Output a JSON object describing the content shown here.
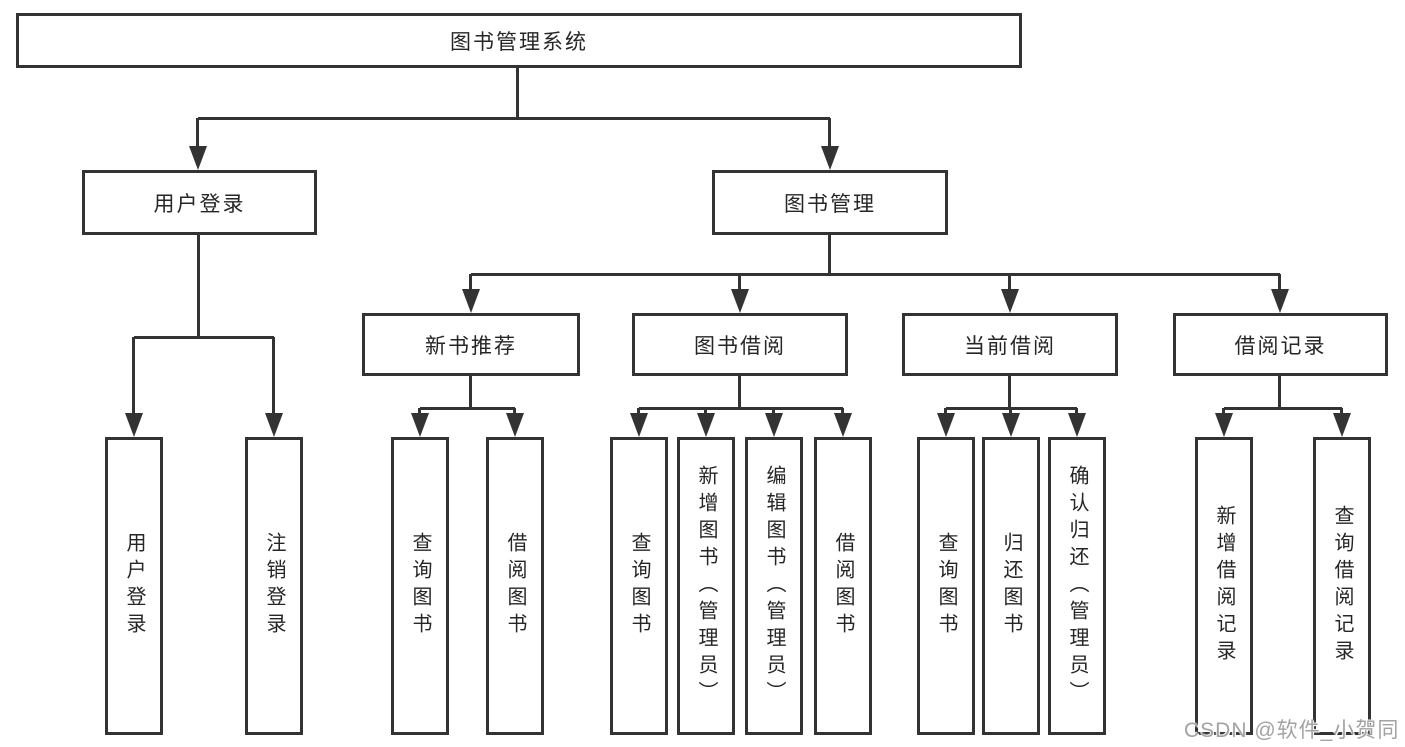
{
  "diagram_type": "function-hierarchy-tree",
  "colors": {
    "line": "#333333",
    "text": "#262626",
    "background": "#ffffff",
    "watermark": "#a3a3a3"
  },
  "nodes": {
    "root": "图书管理系统",
    "login": "用户登录",
    "management": "图书管理",
    "new_books": "新书推荐",
    "book_borrow": "图书借阅",
    "current_borrow": "当前借阅",
    "borrow_records": "借阅记录",
    "leaves": [
      "用户登录",
      "注销登录",
      "查询图书",
      "借阅图书",
      "查询图书",
      "新增图书（管理员）",
      "编辑图书（管理员）",
      "借阅图书",
      "查询图书",
      "归还图书",
      "确认归还（管理员）",
      "新增借阅记录",
      "查询借阅记录"
    ]
  },
  "structure": [
    {
      "parent": "root",
      "children": [
        "login",
        "management"
      ]
    },
    {
      "parent": "login",
      "children": [
        "leaves.0",
        "leaves.1"
      ]
    },
    {
      "parent": "management",
      "children": [
        "new_books",
        "book_borrow",
        "current_borrow",
        "borrow_records"
      ]
    },
    {
      "parent": "new_books",
      "children": [
        "leaves.2",
        "leaves.3"
      ]
    },
    {
      "parent": "book_borrow",
      "children": [
        "leaves.4",
        "leaves.5",
        "leaves.6",
        "leaves.7"
      ]
    },
    {
      "parent": "current_borrow",
      "children": [
        "leaves.8",
        "leaves.9",
        "leaves.10"
      ]
    },
    {
      "parent": "borrow_records",
      "children": [
        "leaves.11",
        "leaves.12"
      ]
    }
  ],
  "watermark": {
    "text": "CSDN @软件_小贺同学"
  }
}
